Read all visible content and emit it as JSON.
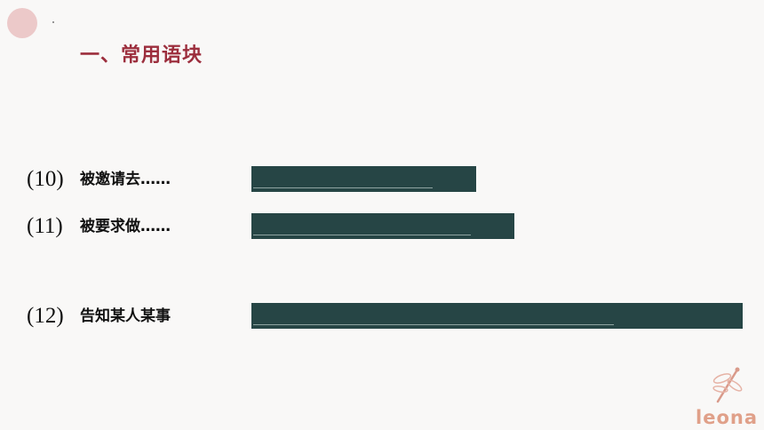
{
  "title": "一、常用语块",
  "items": [
    {
      "number": "(10)",
      "label": "被邀请去……"
    },
    {
      "number": "(11)",
      "label": "被要求做……"
    },
    {
      "number": "(12)",
      "label": "告知某人某事"
    }
  ],
  "logo": {
    "text": "leona",
    "icon": "dragonfly-icon"
  },
  "colors": {
    "title": "#9c2e3d",
    "answer_box": "#264545",
    "accent_dot": "#ecc9c9",
    "logo": "#e0a089"
  }
}
